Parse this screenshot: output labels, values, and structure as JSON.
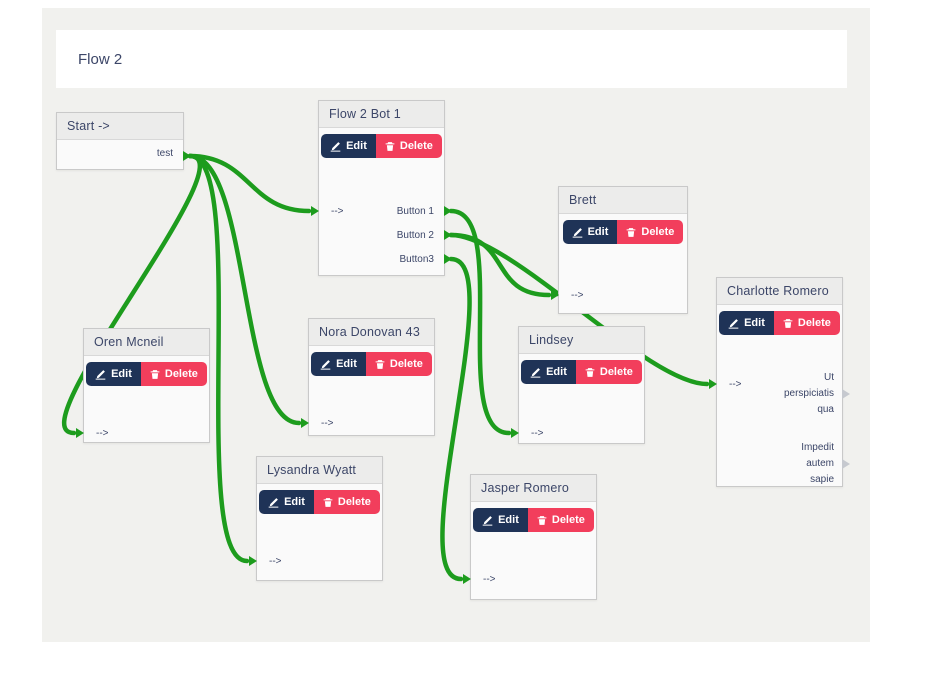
{
  "page": {
    "flow_title": "Flow 2"
  },
  "ui": {
    "edit_label": "Edit",
    "delete_label": "Delete",
    "colors": {
      "connection_green": "#1d9c1d",
      "edit_button": "#1f3357",
      "delete_button": "#f23e5c",
      "node_title_text": "#3c4668",
      "canvas_bg": "#f1f1ee"
    }
  },
  "nodes": {
    "start": {
      "title": "Start ->",
      "output_label": "test"
    },
    "f2b1": {
      "title": "Flow 2 Bot 1",
      "input_label": "-->",
      "outputs": [
        "Button 1",
        "Button 2",
        "Button3"
      ]
    },
    "brett": {
      "title": "Brett",
      "input_label": "-->"
    },
    "charlotte": {
      "title": "Charlotte Romero",
      "input_label": "-->",
      "outputs": [
        "Ut perspiciatis qua",
        "Impedit autem sapie"
      ]
    },
    "oren": {
      "title": "Oren Mcneil",
      "input_label": "-->"
    },
    "nora": {
      "title": "Nora Donovan 43",
      "input_label": "-->"
    },
    "lindsey": {
      "title": "Lindsey",
      "input_label": "-->"
    },
    "lysandra": {
      "title": "Lysandra Wyatt",
      "input_label": "-->"
    },
    "jasper": {
      "title": "Jasper Romero",
      "input_label": "-->"
    }
  },
  "connections": [
    {
      "from": "start.out",
      "to": "f2b1.in"
    },
    {
      "from": "start.out",
      "to": "oren.in"
    },
    {
      "from": "start.out",
      "to": "nora.in"
    },
    {
      "from": "start.out",
      "to": "lysandra.in"
    },
    {
      "from": "f2b1.out0",
      "to": "lindsey.in"
    },
    {
      "from": "f2b1.out1",
      "to": "brett.in"
    },
    {
      "from": "f2b1.out1",
      "to": "charlotte.in"
    },
    {
      "from": "f2b1.out2",
      "to": "jasper.in"
    }
  ]
}
